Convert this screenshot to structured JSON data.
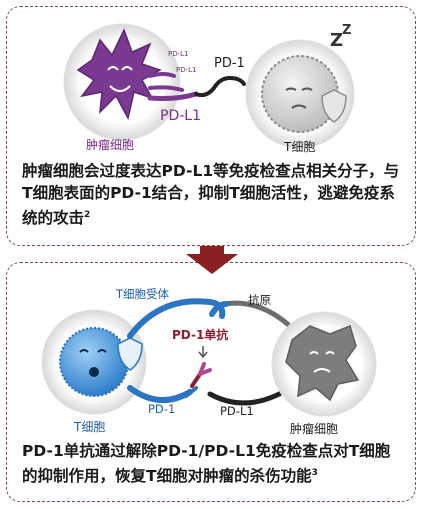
{
  "top": {
    "label_pdl1_small_1": "PD-L1",
    "label_pdl1_small_2": "PD-L1",
    "label_pd1": "PD-1",
    "label_pdl1": "PD-L1",
    "label_tumor": "肿瘤细胞",
    "label_tcell": "T细胞",
    "caption": "肿瘤细胞会过度表达PD-L1等免疫检查点相关分子，与T细胞表面的PD-1结合，抑制T细胞活性，逃避免疫系统的攻击",
    "caption_ref": "2"
  },
  "bottom": {
    "label_receptor": "T细胞受体",
    "label_antigen": "抗原",
    "label_antibody": "PD-1单抗",
    "label_tcell": "T细胞",
    "label_pd1": "PD-1",
    "label_pdl1": "PD-L1",
    "label_tumor": "肿瘤细胞",
    "caption": "PD-1单抗通过解除PD-1/PD-L1免疫检查点对T细胞的抑制作用，恢复T细胞对肿瘤的杀伤功能",
    "caption_ref": "3"
  },
  "colors": {
    "border": "#8a4a4a",
    "arrow": "#8b2020",
    "tumor_purple": "#7b3a91",
    "tcell_blue": "#3c8fd8",
    "receptor_blue": "#2a74c4",
    "grey_cell": "#7d7d7d"
  }
}
